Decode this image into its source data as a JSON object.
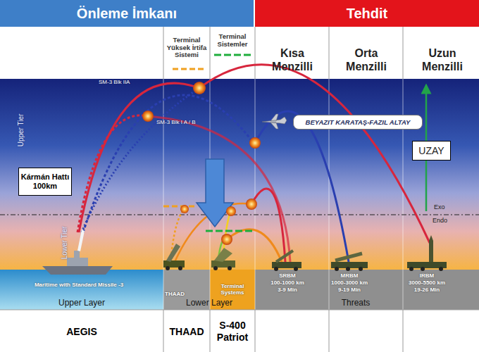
{
  "diagram": {
    "nodes": [
      {
        "text": [
          "Önleme İmkanı"
        ]
      },
      {
        "text": [
          "Tehdit"
        ]
      },
      {
        "text": [
          "Terminal Yüksek İrtifa Sistemi"
        ]
      },
      {
        "text": [
          "Terminal Sistemler"
        ]
      },
      {
        "text": [
          "Kısa Menzilli"
        ]
      },
      {
        "text": [
          "Orta Menzilli"
        ]
      },
      {
        "text": [
          "Uzun Menzilli"
        ]
      },
      {
        "text": [
          "Kármán Hattı 100km"
        ]
      },
      {
        "text": [
          "BEYAZIT KARATAŞ-FAZIL ALTAY"
        ]
      },
      {
        "text": [
          "UZAY"
        ]
      },
      {
        "text": [
          "AEGIS"
        ]
      },
      {
        "text": [
          "THAAD"
        ]
      },
      {
        "text": [
          "S-400 Patriot"
        ]
      }
    ],
    "labels": [
      "SM-3 Blk IIA",
      "SM-3 Blk I A / B",
      "Upper Tier",
      "Lower Tier",
      "Exo",
      "Endo",
      "SRBM",
      "100-1000 km",
      "3-9 Min",
      "MRBM",
      "1000-3000 km",
      "9-19 Min",
      "IRBM",
      "3000-5500 km",
      "19-26 Min",
      "Maritime with Standard Missile -3",
      "THAAD",
      "Terminal Systems",
      "Upper Layer",
      "Lower Layer",
      "Threats"
    ]
  }
}
